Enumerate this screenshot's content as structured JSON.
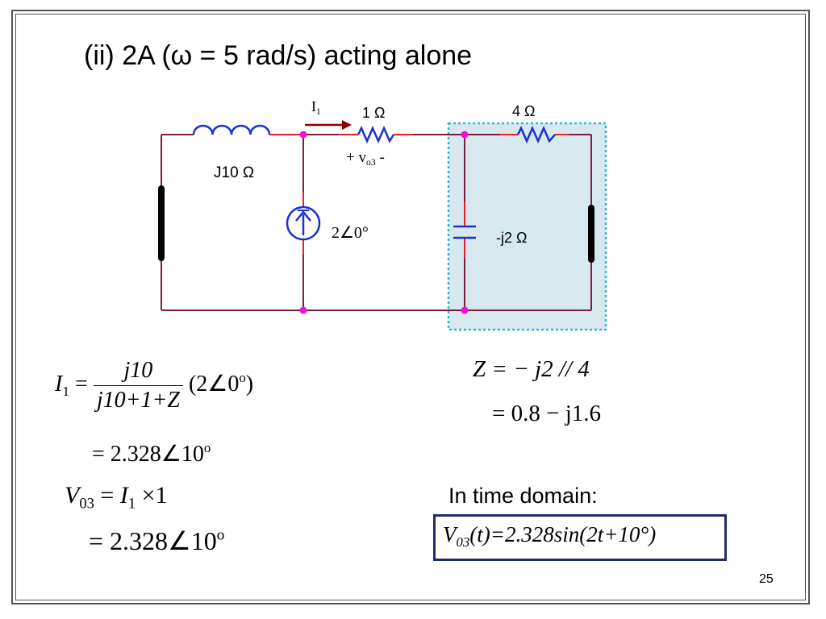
{
  "slide": {
    "title": "(ii) 2A (ω = 5 rad/s) acting alone",
    "page_number": "25"
  },
  "circuit": {
    "current_label": "I",
    "current_sub": "1",
    "r1_label": "1 Ω",
    "r4_label": "4 Ω",
    "inductor_label": "J10 Ω",
    "source_label": "2∠0°",
    "capacitor_label": "-j2 Ω",
    "vo_pre": "+ v",
    "vo_sub": "o3",
    "vo_post": " -",
    "colors": {
      "wire": "#7a1e3c",
      "component": "#1a2fd6",
      "node": "#ee10d8",
      "highlight_fill": "#d7e9ee",
      "highlight_border": "#2bb9d6",
      "arrow": "#8b0000"
    }
  },
  "equations": {
    "i1_lhs": "I",
    "i1_lhs_sub": "1",
    "i1_eq": " = ",
    "i1_num": "j10",
    "i1_den": "j10+1+Z",
    "i1_factor": "(2∠0",
    "i1_factor_sup": "o",
    "i1_factor_close": ")",
    "i1_result": "= 2.328∠10",
    "i1_result_sup": "o",
    "v03_lhs": "V",
    "v03_lhs_sub": "03",
    "v03_eq": " = ",
    "v03_rhs": "I",
    "v03_rhs_sub": "1",
    "v03_times": " ×1",
    "v03_result": "= 2.328∠10",
    "v03_result_sup": "o",
    "z_line1": "Z = − j2 // 4",
    "z_line2": "= 0.8 − j1.6"
  },
  "time_domain": {
    "label": "In time domain:",
    "eq_v": "V",
    "eq_sub": "03",
    "eq_rest": "(t)=2.328sin(2t+10°)"
  }
}
